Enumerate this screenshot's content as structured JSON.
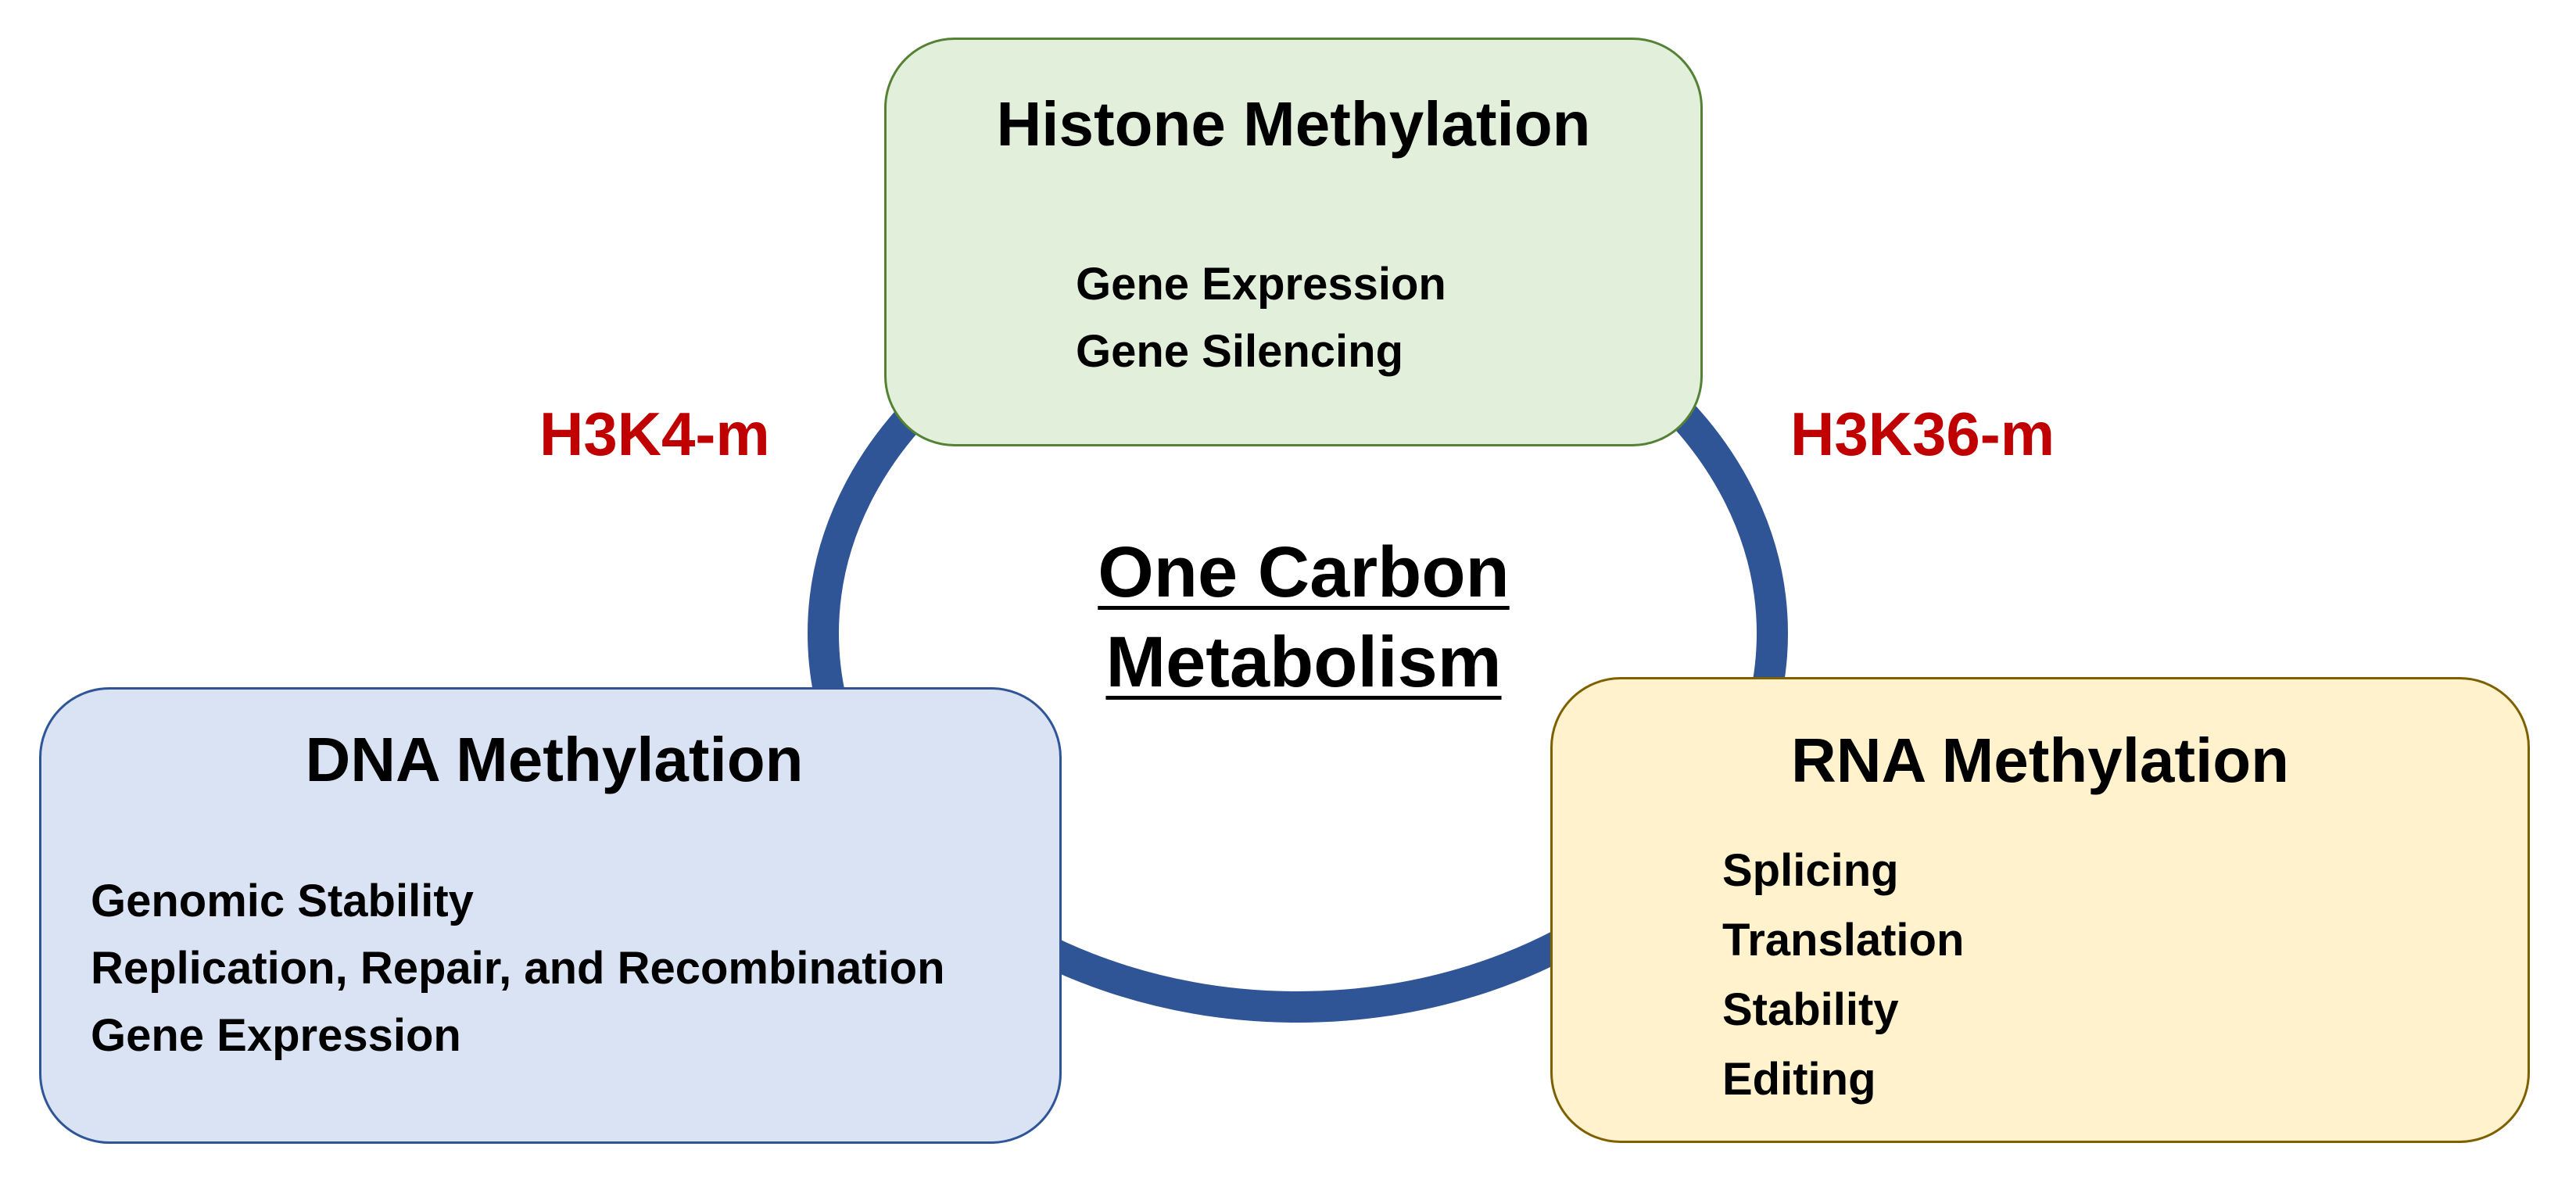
{
  "colors": {
    "ring": "#2f5597",
    "histone_fill": "#e2efda",
    "histone_border": "#548235",
    "dna_fill": "#dae3f3",
    "dna_border": "#2f5597",
    "rna_fill": "#fff2cc",
    "rna_border": "#7f6000",
    "mark_label": "#c00000",
    "text": "#000000"
  },
  "center": {
    "line1": "One Carbon",
    "line2": "Metabolism"
  },
  "histone": {
    "title": "Histone Methylation",
    "items": [
      "Gene Expression",
      "Gene Silencing"
    ]
  },
  "dna": {
    "title": "DNA Methylation",
    "items": [
      "Genomic Stability",
      "Replication, Repair, and Recombination",
      "Gene Expression"
    ]
  },
  "rna": {
    "title": "RNA Methylation",
    "items": [
      "Splicing",
      "Translation",
      "Stability",
      "Editing"
    ]
  },
  "marks": {
    "left": "H3K4-m",
    "right": "H3K36-m"
  }
}
